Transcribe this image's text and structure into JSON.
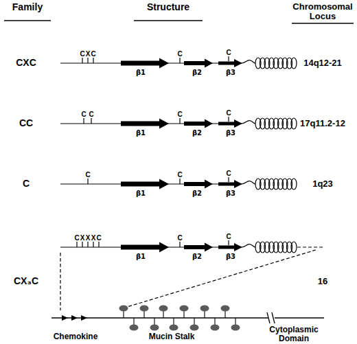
{
  "diagram": {
    "labels": [
      "Family",
      "Structure",
      "Chromosomal Locus",
      "CXC",
      "C",
      "X",
      "C",
      "β1",
      "C",
      "β2",
      "C",
      "β3",
      "14q12-21",
      "CC",
      "C",
      "C",
      "β1",
      "C",
      "β2",
      "C",
      "β3",
      "17q11.2-12",
      "C",
      "C",
      "β1",
      "C",
      "β2",
      "C",
      "β3",
      "1q23",
      "CX₃C",
      "C",
      "X",
      "X",
      "X",
      "C",
      "β1",
      "C",
      "β2",
      "C",
      "β3",
      "16",
      "Chemokine",
      "Mucin Stalk",
      "Cytoplasmic Domain"
    ]
  }
}
